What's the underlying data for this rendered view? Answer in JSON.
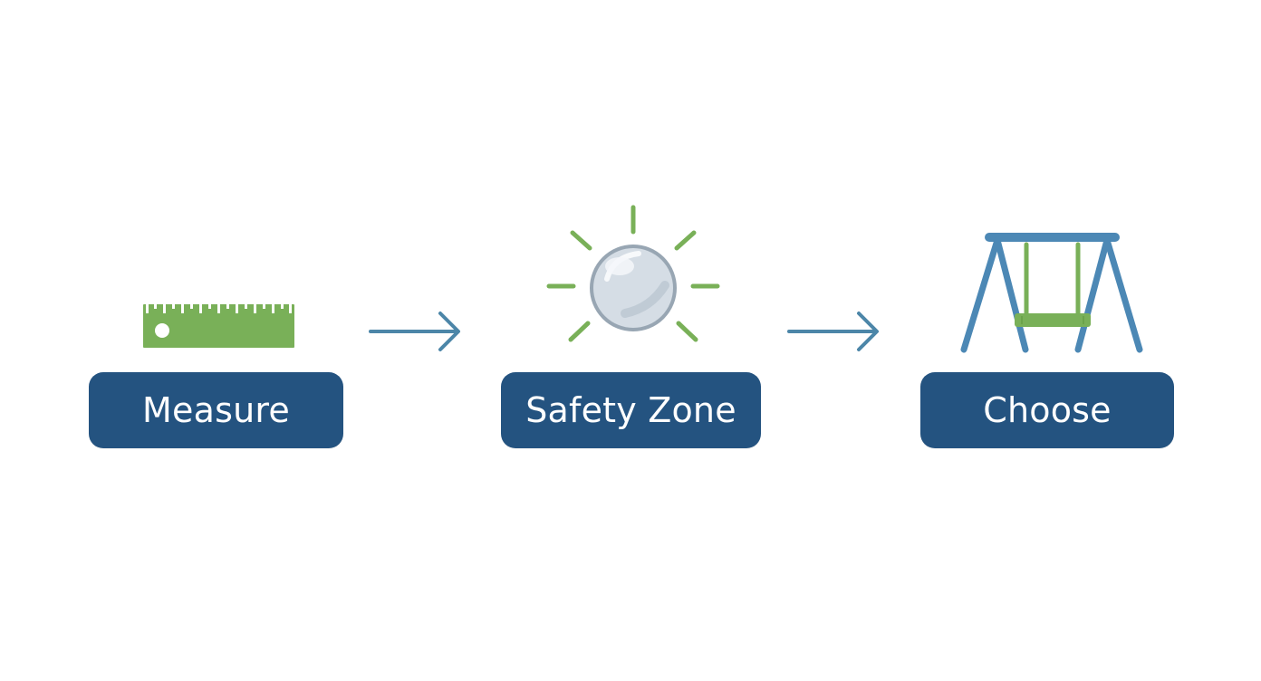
{
  "steps": [
    {
      "label": "Measure",
      "icon": "ruler-icon"
    },
    {
      "label": "Safety Zone",
      "icon": "sun-icon"
    },
    {
      "label": "Choose",
      "icon": "swing-set-icon"
    }
  ],
  "colors": {
    "label_fill": "#245380",
    "label_text": "#FFFFFF",
    "arrow": "#4C86A8",
    "green": "#79B058",
    "blue": "#4C88B5",
    "sphere_fill": "#D5DDE5",
    "sphere_stroke": "#98A6B3"
  }
}
